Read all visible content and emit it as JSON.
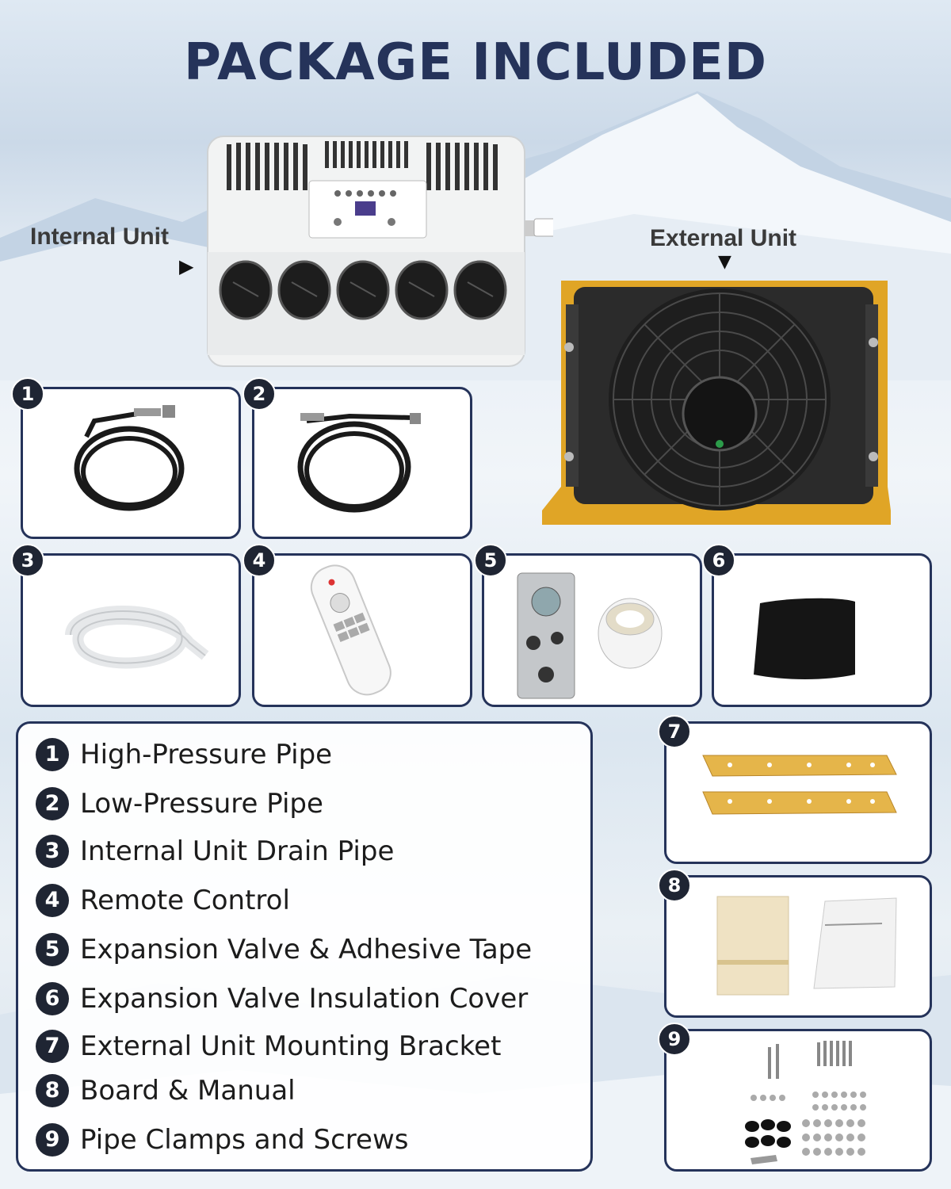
{
  "title": "PACKAGE INCLUDED",
  "labels": {
    "internal_unit": "Internal Unit",
    "external_unit": "External Unit"
  },
  "colors": {
    "navy": "#25335a",
    "badge": "#1f2533",
    "frame_yellow": "#e0a526"
  },
  "icons": {
    "arrow_right": "▶",
    "arrow_down": "▼"
  },
  "badges": [
    "1",
    "2",
    "3",
    "4",
    "5",
    "6",
    "7",
    "8",
    "9"
  ],
  "items": [
    {
      "num": "1",
      "label": "High-Pressure Pipe"
    },
    {
      "num": "2",
      "label": "Low-Pressure Pipe"
    },
    {
      "num": "3",
      "label": "Internal Unit Drain Pipe"
    },
    {
      "num": "4",
      "label": "Remote Control"
    },
    {
      "num": "5",
      "label": "Expansion Valve & Adhesive Tape"
    },
    {
      "num": "6",
      "label": "Expansion Valve Insulation Cover"
    },
    {
      "num": "7",
      "label": "External Unit  Mounting Bracket"
    },
    {
      "num": "8",
      "label": "Board & Manual"
    },
    {
      "num": "9",
      "label": "Pipe Clamps and Screws"
    }
  ]
}
